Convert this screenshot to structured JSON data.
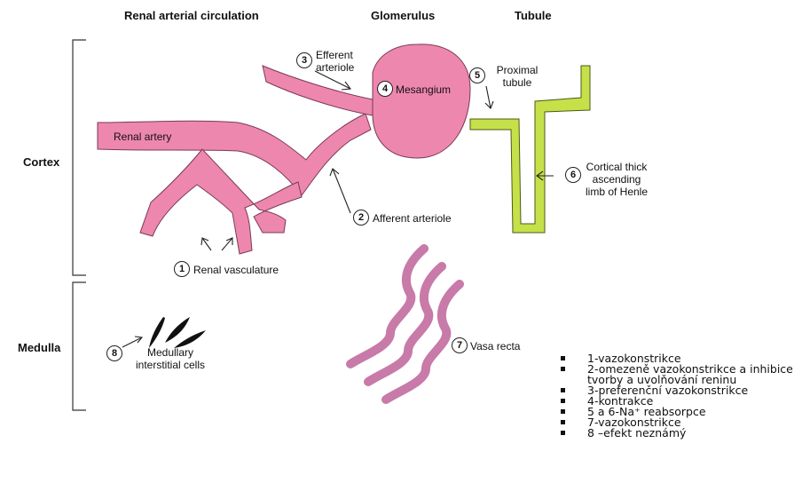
{
  "headers": {
    "renal_arterial_circulation": "Renal arterial circulation",
    "glomerulus": "Glomerulus",
    "tubule": "Tubule"
  },
  "sections": {
    "cortex": "Cortex",
    "medulla": "Medulla"
  },
  "labels": {
    "renal_artery": "Renal artery",
    "efferent_arteriole": "Efferent arteriole",
    "mesangium": "Mesangium",
    "proximal_tubule": "Proximal tubule",
    "afferent_arteriole": "Afferent arteriole",
    "renal_vasculature": "Renal vasculature",
    "cortical_thick_limb": "Cortical thick ascending limb of Henle",
    "vasa_recta": "Vasa recta",
    "medullary_cells": "Medullary interstitial cells"
  },
  "numbers": [
    "1",
    "2",
    "3",
    "4",
    "5",
    "6",
    "7",
    "8"
  ],
  "legend": [
    "1-vazokonstrikce",
    "2-omezeně vazokonstrikce a inhibice tvorby a uvolňování reninu",
    "3-preferenční vazokonstrikce",
    "4-kontrakce",
    "5 a 6-Na⁺ reabsorpce",
    "7-vazokonstrikce",
    "8 –efekt neznámý"
  ],
  "colors": {
    "vessel_pink": "#ee87ad",
    "tubule_green": "#c6e04a",
    "vasa_recta_purple": "#c87aa8"
  }
}
